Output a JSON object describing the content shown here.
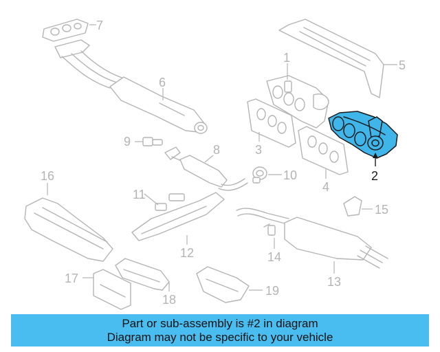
{
  "diagram": {
    "highlighted_part": "2",
    "colors": {
      "highlight": "#3fb5ea",
      "faded": "#b4b4b4",
      "banner": "#49bdf0"
    },
    "callouts": [
      {
        "id": "p1",
        "label": "1"
      },
      {
        "id": "p2",
        "label": "2"
      },
      {
        "id": "p3",
        "label": "3"
      },
      {
        "id": "p4",
        "label": "4"
      },
      {
        "id": "p5",
        "label": "5"
      },
      {
        "id": "p6",
        "label": "6"
      },
      {
        "id": "p7",
        "label": "7"
      },
      {
        "id": "p8",
        "label": "8"
      },
      {
        "id": "p9",
        "label": "9"
      },
      {
        "id": "p10",
        "label": "10"
      },
      {
        "id": "p11",
        "label": "11"
      },
      {
        "id": "p12",
        "label": "12"
      },
      {
        "id": "p13",
        "label": "13"
      },
      {
        "id": "p14",
        "label": "14"
      },
      {
        "id": "p15",
        "label": "15"
      },
      {
        "id": "p16",
        "label": "16"
      },
      {
        "id": "p17",
        "label": "17"
      },
      {
        "id": "p18",
        "label": "18"
      },
      {
        "id": "p19",
        "label": "19"
      }
    ]
  },
  "banner": {
    "line1": "Part or sub-assembly is #2 in diagram",
    "line2": "Diagram may not be specific to your vehicle"
  }
}
